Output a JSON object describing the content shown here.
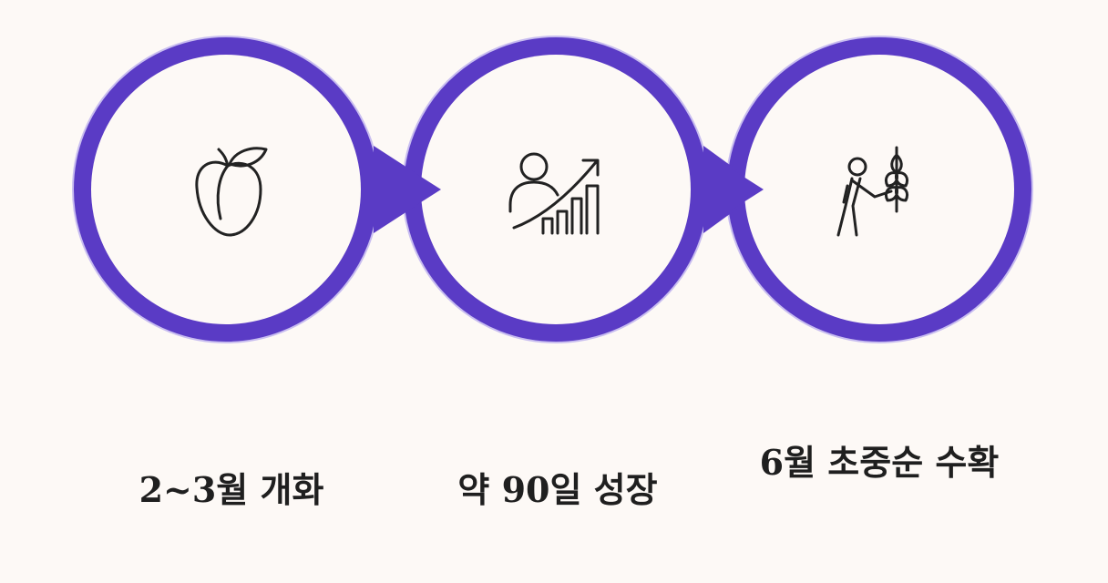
{
  "colors": {
    "background": "#fdf9f6",
    "ring": "#5a3bc5",
    "ring_outline": "#c8bdf0",
    "inner": "#fdf9f6",
    "icon": "#222222",
    "text": "#1f1f1f"
  },
  "steps": [
    {
      "icon": "peach-icon",
      "label": "2~3월 개화"
    },
    {
      "icon": "growth-chart-person-icon",
      "label": "약 90일 성장"
    },
    {
      "icon": "person-harvesting-wheat-icon",
      "label": "6월 초중순 수확"
    }
  ]
}
